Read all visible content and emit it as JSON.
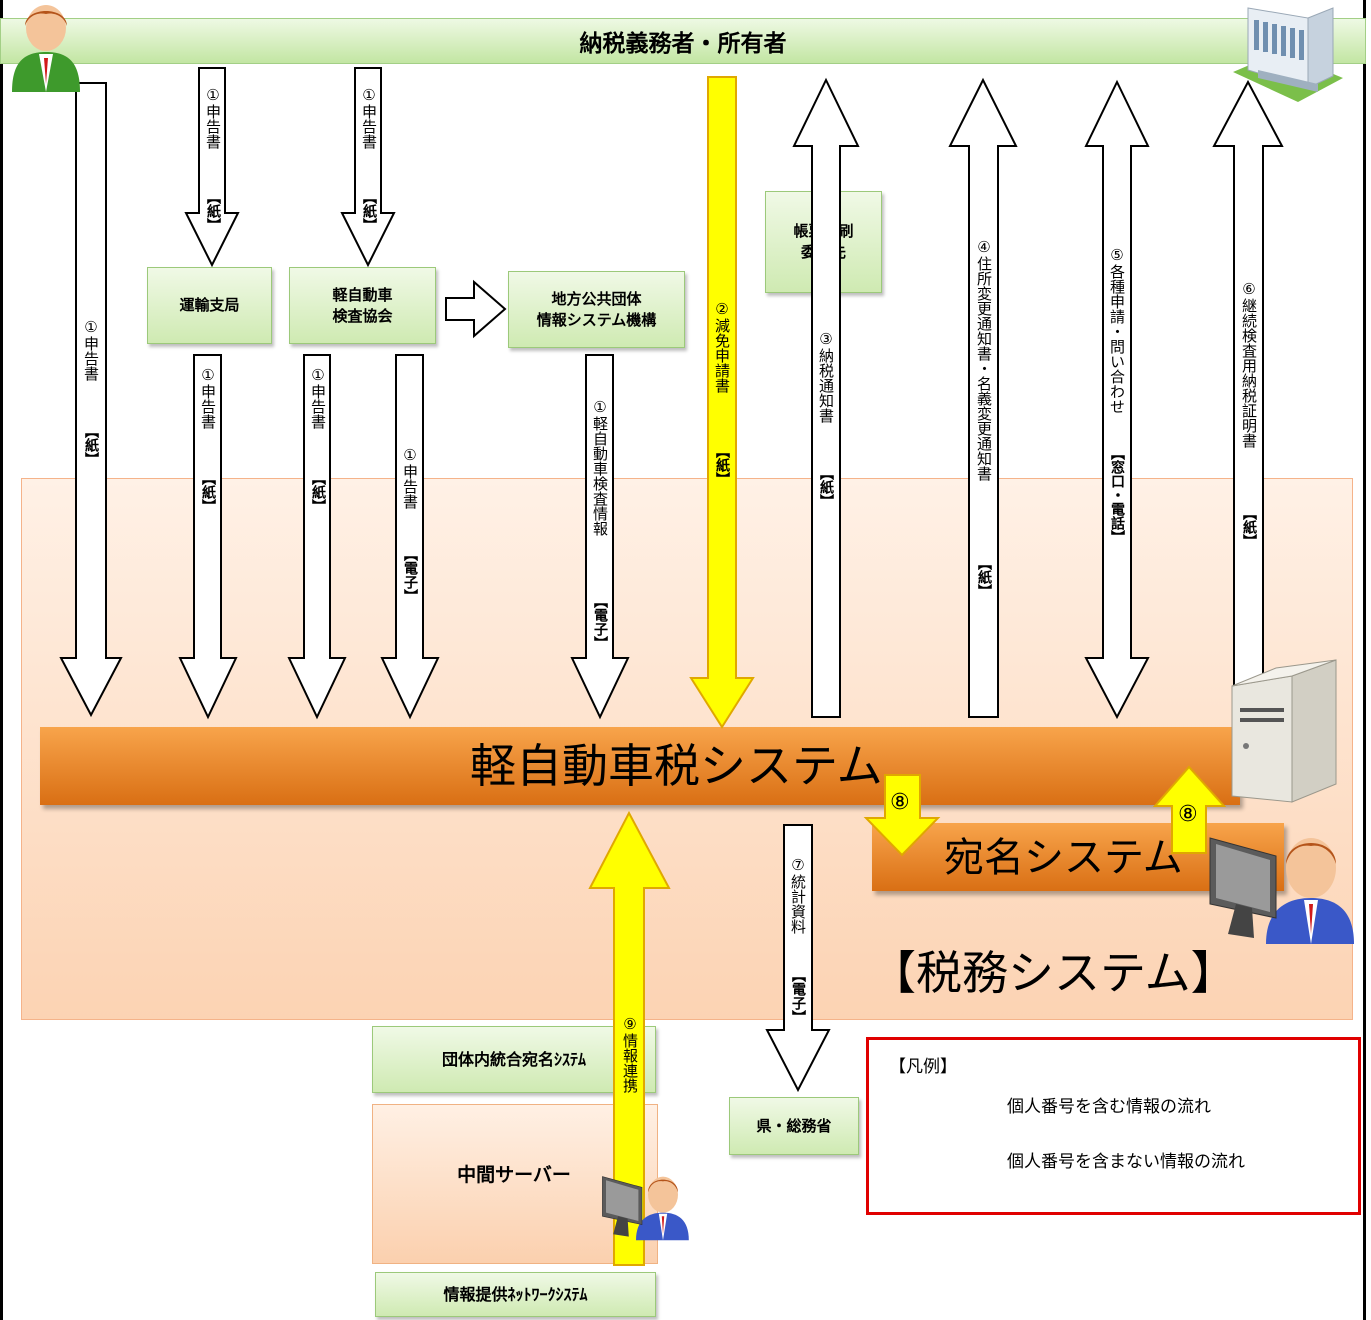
{
  "header": {
    "taxpayer_bar": "納税義務者・所有者"
  },
  "boxes": {
    "transport_bureau": "運輸支局",
    "inspection_assoc_line1": "軽自動車",
    "inspection_assoc_line2": "検査協会",
    "jlis_line1": "地方公共団体",
    "jlis_line2": "情報システム機構",
    "print_contractor_line1": "帳票印刷",
    "print_contractor_line2": "委託先",
    "integrated_address_system": "団体内統合宛名ｼｽﾃﾑ",
    "middle_server": "中間サーバー",
    "info_network_system": "情報提供ﾈｯﾄﾜｰｸｼｽﾃﾑ",
    "prefecture_mic": "県・総務省"
  },
  "systems": {
    "kei_vehicle_tax_system": "軽自動車税システム",
    "address_system": "宛名システム",
    "tax_system_label": "【税務システム】"
  },
  "flows": {
    "f1_left_label": "①申告書",
    "f1_left_tag": "【紙】",
    "f1_upper_a_label": "①申告書",
    "f1_upper_a_tag": "【紙】",
    "f1_upper_b_label": "①申告書",
    "f1_upper_b_tag": "【紙】",
    "f1_lower_a_label": "①申告書",
    "f1_lower_a_tag": "【紙】",
    "f1_lower_b_label": "①申告書",
    "f1_lower_b_tag": "【紙】",
    "f1_lower_c_label": "①申告書",
    "f1_lower_c_tag": "【電子】",
    "f1_jlis_label": "①軽自動車検査情報",
    "f1_jlis_tag": "【電子】",
    "f2_label": "②減免申請書",
    "f2_tag": "【紙】",
    "f3_label": "③納税通知書",
    "f3_tag": "【紙】",
    "f4_label": "④住所変更通知書・名義変更通知書",
    "f4_tag": "【紙】",
    "f5_label": "⑤各種申請・問い合わせ",
    "f5_tag": "【窓口・電話】",
    "f6_label": "⑥継続検査用納税証明書",
    "f6_tag": "【紙】",
    "f7_label": "⑦統計資料",
    "f7_tag": "【電子】",
    "f8_down": "⑧",
    "f8_up": "⑧",
    "f9_label": "⑨情報連携"
  },
  "legend": {
    "title": "【凡例】",
    "with_number": "個人番号を含む情報の流れ",
    "without_number": "個人番号を含まない情報の流れ"
  },
  "colors": {
    "personal_number_flow": "#ffff00",
    "normal_flow": "#ffffff",
    "system_bar": "#f28c28",
    "tax_area": "#fde1cb",
    "legend_border": "#e00000",
    "box_green": "#d8f0c0"
  },
  "icons": [
    "person-icon",
    "government-building-icon",
    "server-icon",
    "computer-user-icon"
  ]
}
